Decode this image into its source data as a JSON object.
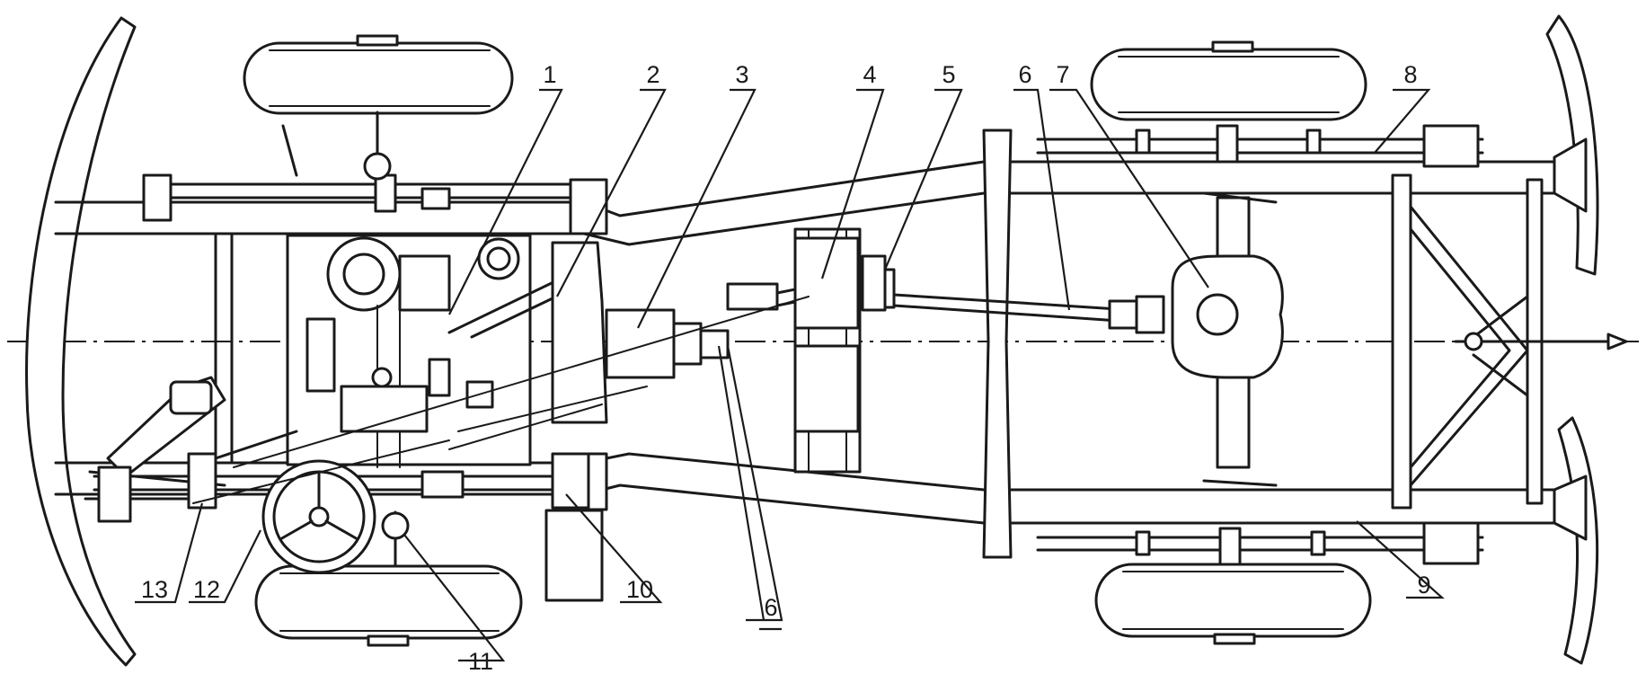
{
  "callouts": [
    {
      "id": "1",
      "label": "1"
    },
    {
      "id": "2",
      "label": "2"
    },
    {
      "id": "3",
      "label": "3"
    },
    {
      "id": "4",
      "label": "4"
    },
    {
      "id": "5",
      "label": "5"
    },
    {
      "id": "6a",
      "label": "6"
    },
    {
      "id": "7",
      "label": "7"
    },
    {
      "id": "8",
      "label": "8"
    },
    {
      "id": "9",
      "label": "9"
    },
    {
      "id": "10",
      "label": "10"
    },
    {
      "id": "11",
      "label": "11"
    },
    {
      "id": "12",
      "label": "12"
    },
    {
      "id": "13",
      "label": "13"
    },
    {
      "id": "6b",
      "label": "6"
    }
  ]
}
